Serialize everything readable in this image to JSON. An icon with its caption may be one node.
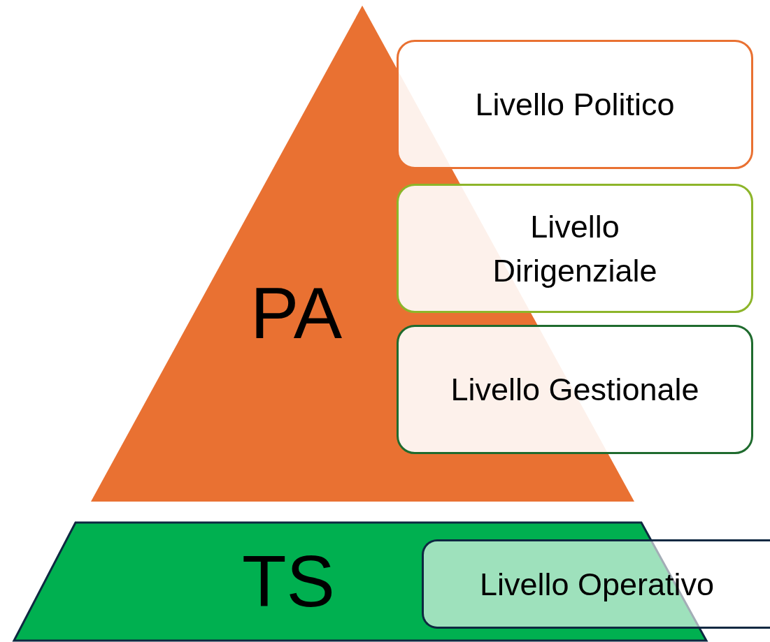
{
  "diagram": {
    "nodes": [
      {
        "text": [
          "PA"
        ]
      },
      {
        "text": [
          "Livello Politico"
        ]
      },
      {
        "text": [
          "Livello Dirigenziale"
        ]
      },
      {
        "text": [
          "Livello Gestionale"
        ]
      },
      {
        "text": [
          "TS"
        ]
      },
      {
        "text": [
          "Livello Operativo"
        ]
      }
    ],
    "edges": []
  }
}
